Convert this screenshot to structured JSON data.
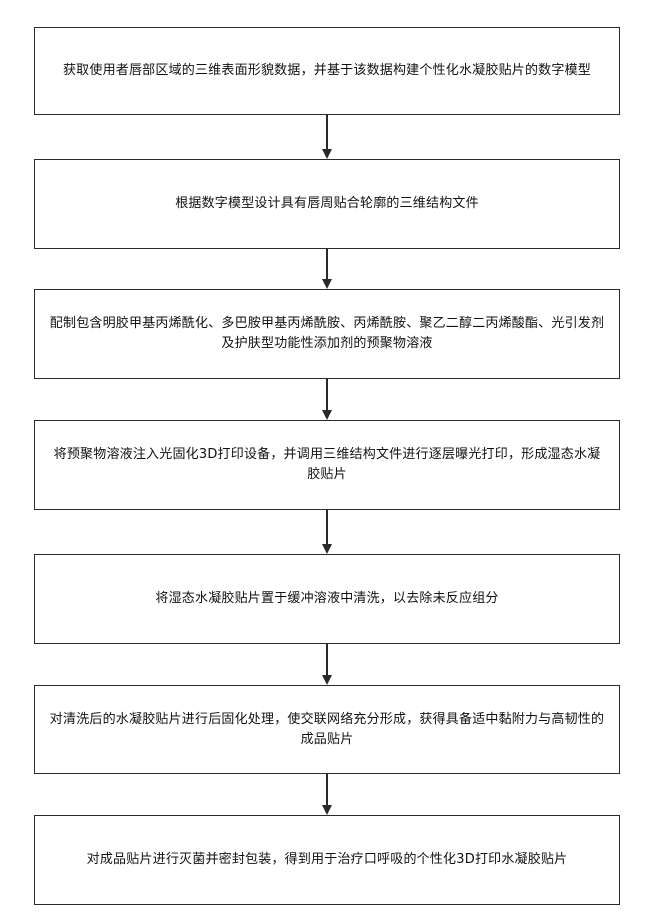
{
  "steps": [
    {
      "text": "获取使用者唇部区域的三维表面形貌数据，并基于该数据构建个性化水凝胶贴片的数字模型"
    },
    {
      "text": "根据数字模型设计具有唇周贴合轮廓的三维结构文件"
    },
    {
      "text": "配制包含明胶甲基丙烯酰化、多巴胺甲基丙烯酰胺、丙烯酰胺、聚乙二醇二丙烯酸酯、光引发剂及护肤型功能性添加剂的预聚物溶液"
    },
    {
      "text": "将预聚物溶液注入光固化3D打印设备，并调用三维结构文件进行逐层曝光打印，形成湿态水凝胶贴片"
    },
    {
      "text": "将湿态水凝胶贴片置于缓冲溶液中清洗，以去除未反应组分"
    },
    {
      "text": "对清洗后的水凝胶贴片进行后固化处理，使交联网络充分形成，获得具备适中黏附力与高韧性的成品贴片"
    },
    {
      "text": "对成品贴片进行灭菌并密封包装，得到用于治疗口呼吸的个性化3D打印水凝胶贴片"
    }
  ]
}
